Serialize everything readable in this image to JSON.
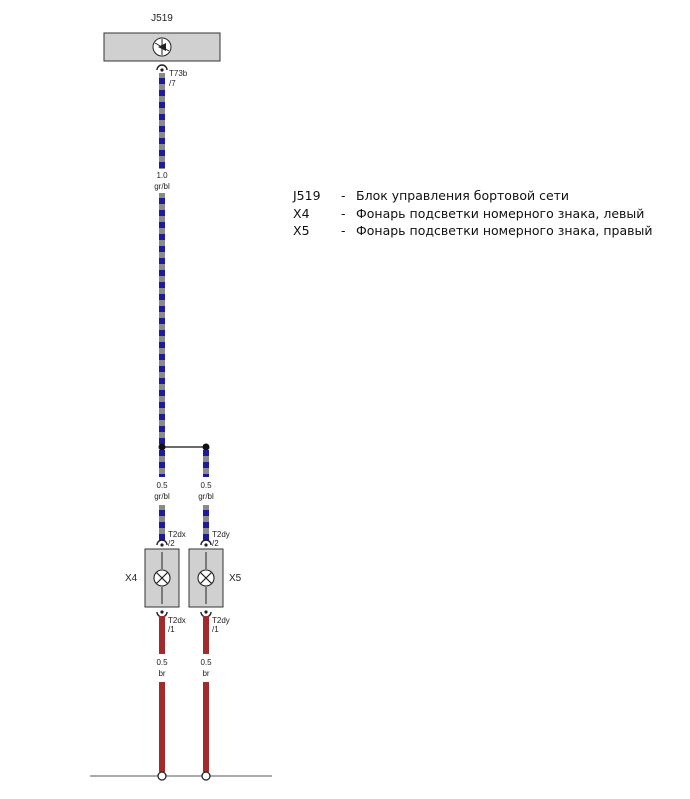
{
  "colors": {
    "wire_grey": "#8a8a8a",
    "wire_blue": "#1c1c9a",
    "wire_brown": "#a32a2a",
    "component_fill": "#d0d0d0",
    "ground_line": "#555555"
  },
  "icons": {
    "control_unit": "control-unit-icon",
    "lamp": "lamp-icon"
  },
  "control_unit": {
    "label": "J519",
    "connector": "T73b",
    "pin": "/7"
  },
  "main_wire": {
    "size": "1.0",
    "color_code": "gr/bl"
  },
  "branches": [
    {
      "wire_size": "0.5",
      "wire_color": "gr/bl",
      "connector_top": "T2dx",
      "pin_top": "/2",
      "component": "X4",
      "connector_bottom": "T2dx",
      "pin_bottom": "/1",
      "ground_size": "0.5",
      "ground_color": "br"
    },
    {
      "wire_size": "0.5",
      "wire_color": "gr/bl",
      "connector_top": "T2dy",
      "pin_top": "/2",
      "component": "X5",
      "connector_bottom": "T2dy",
      "pin_bottom": "/1",
      "ground_size": "0.5",
      "ground_color": "br"
    }
  ],
  "legend": [
    {
      "code": "J519",
      "dash": "-",
      "desc": "Блок управления бортовой сети"
    },
    {
      "code": "X4",
      "dash": "-",
      "desc": "Фонарь подсветки номерного знака, левый"
    },
    {
      "code": "X5",
      "dash": "-",
      "desc": "Фонарь подсветки номерного знака, правый"
    }
  ]
}
